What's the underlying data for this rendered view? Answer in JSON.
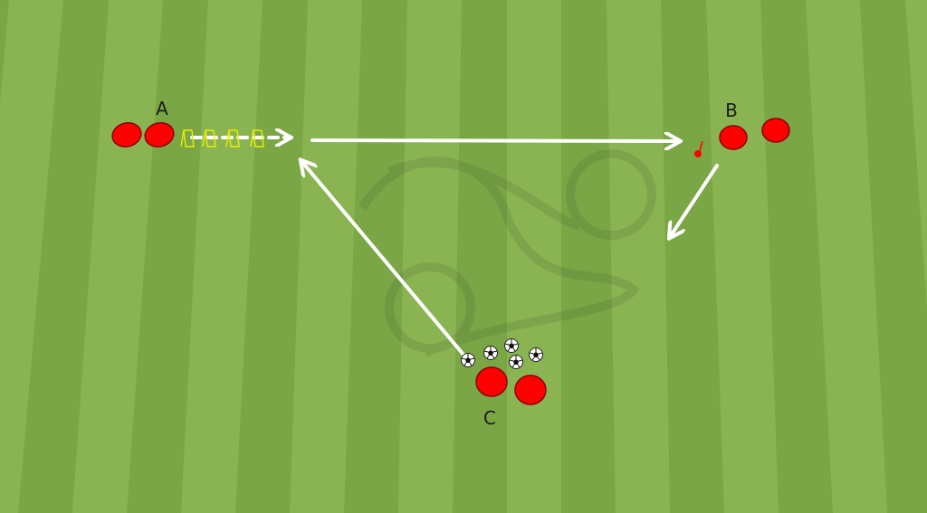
{
  "labels": {
    "a": "A",
    "b": "B",
    "c": "C"
  },
  "colors": {
    "pitch_light": "#8cb453",
    "pitch_dark": "#73a23f",
    "player": "#ff0000",
    "arrow": "#ffffff",
    "hurdle": "#e8f000"
  },
  "icons": [
    "player-marker",
    "soccer-ball-icon",
    "hurdle-icon",
    "whistle-icon",
    "arrow"
  ]
}
